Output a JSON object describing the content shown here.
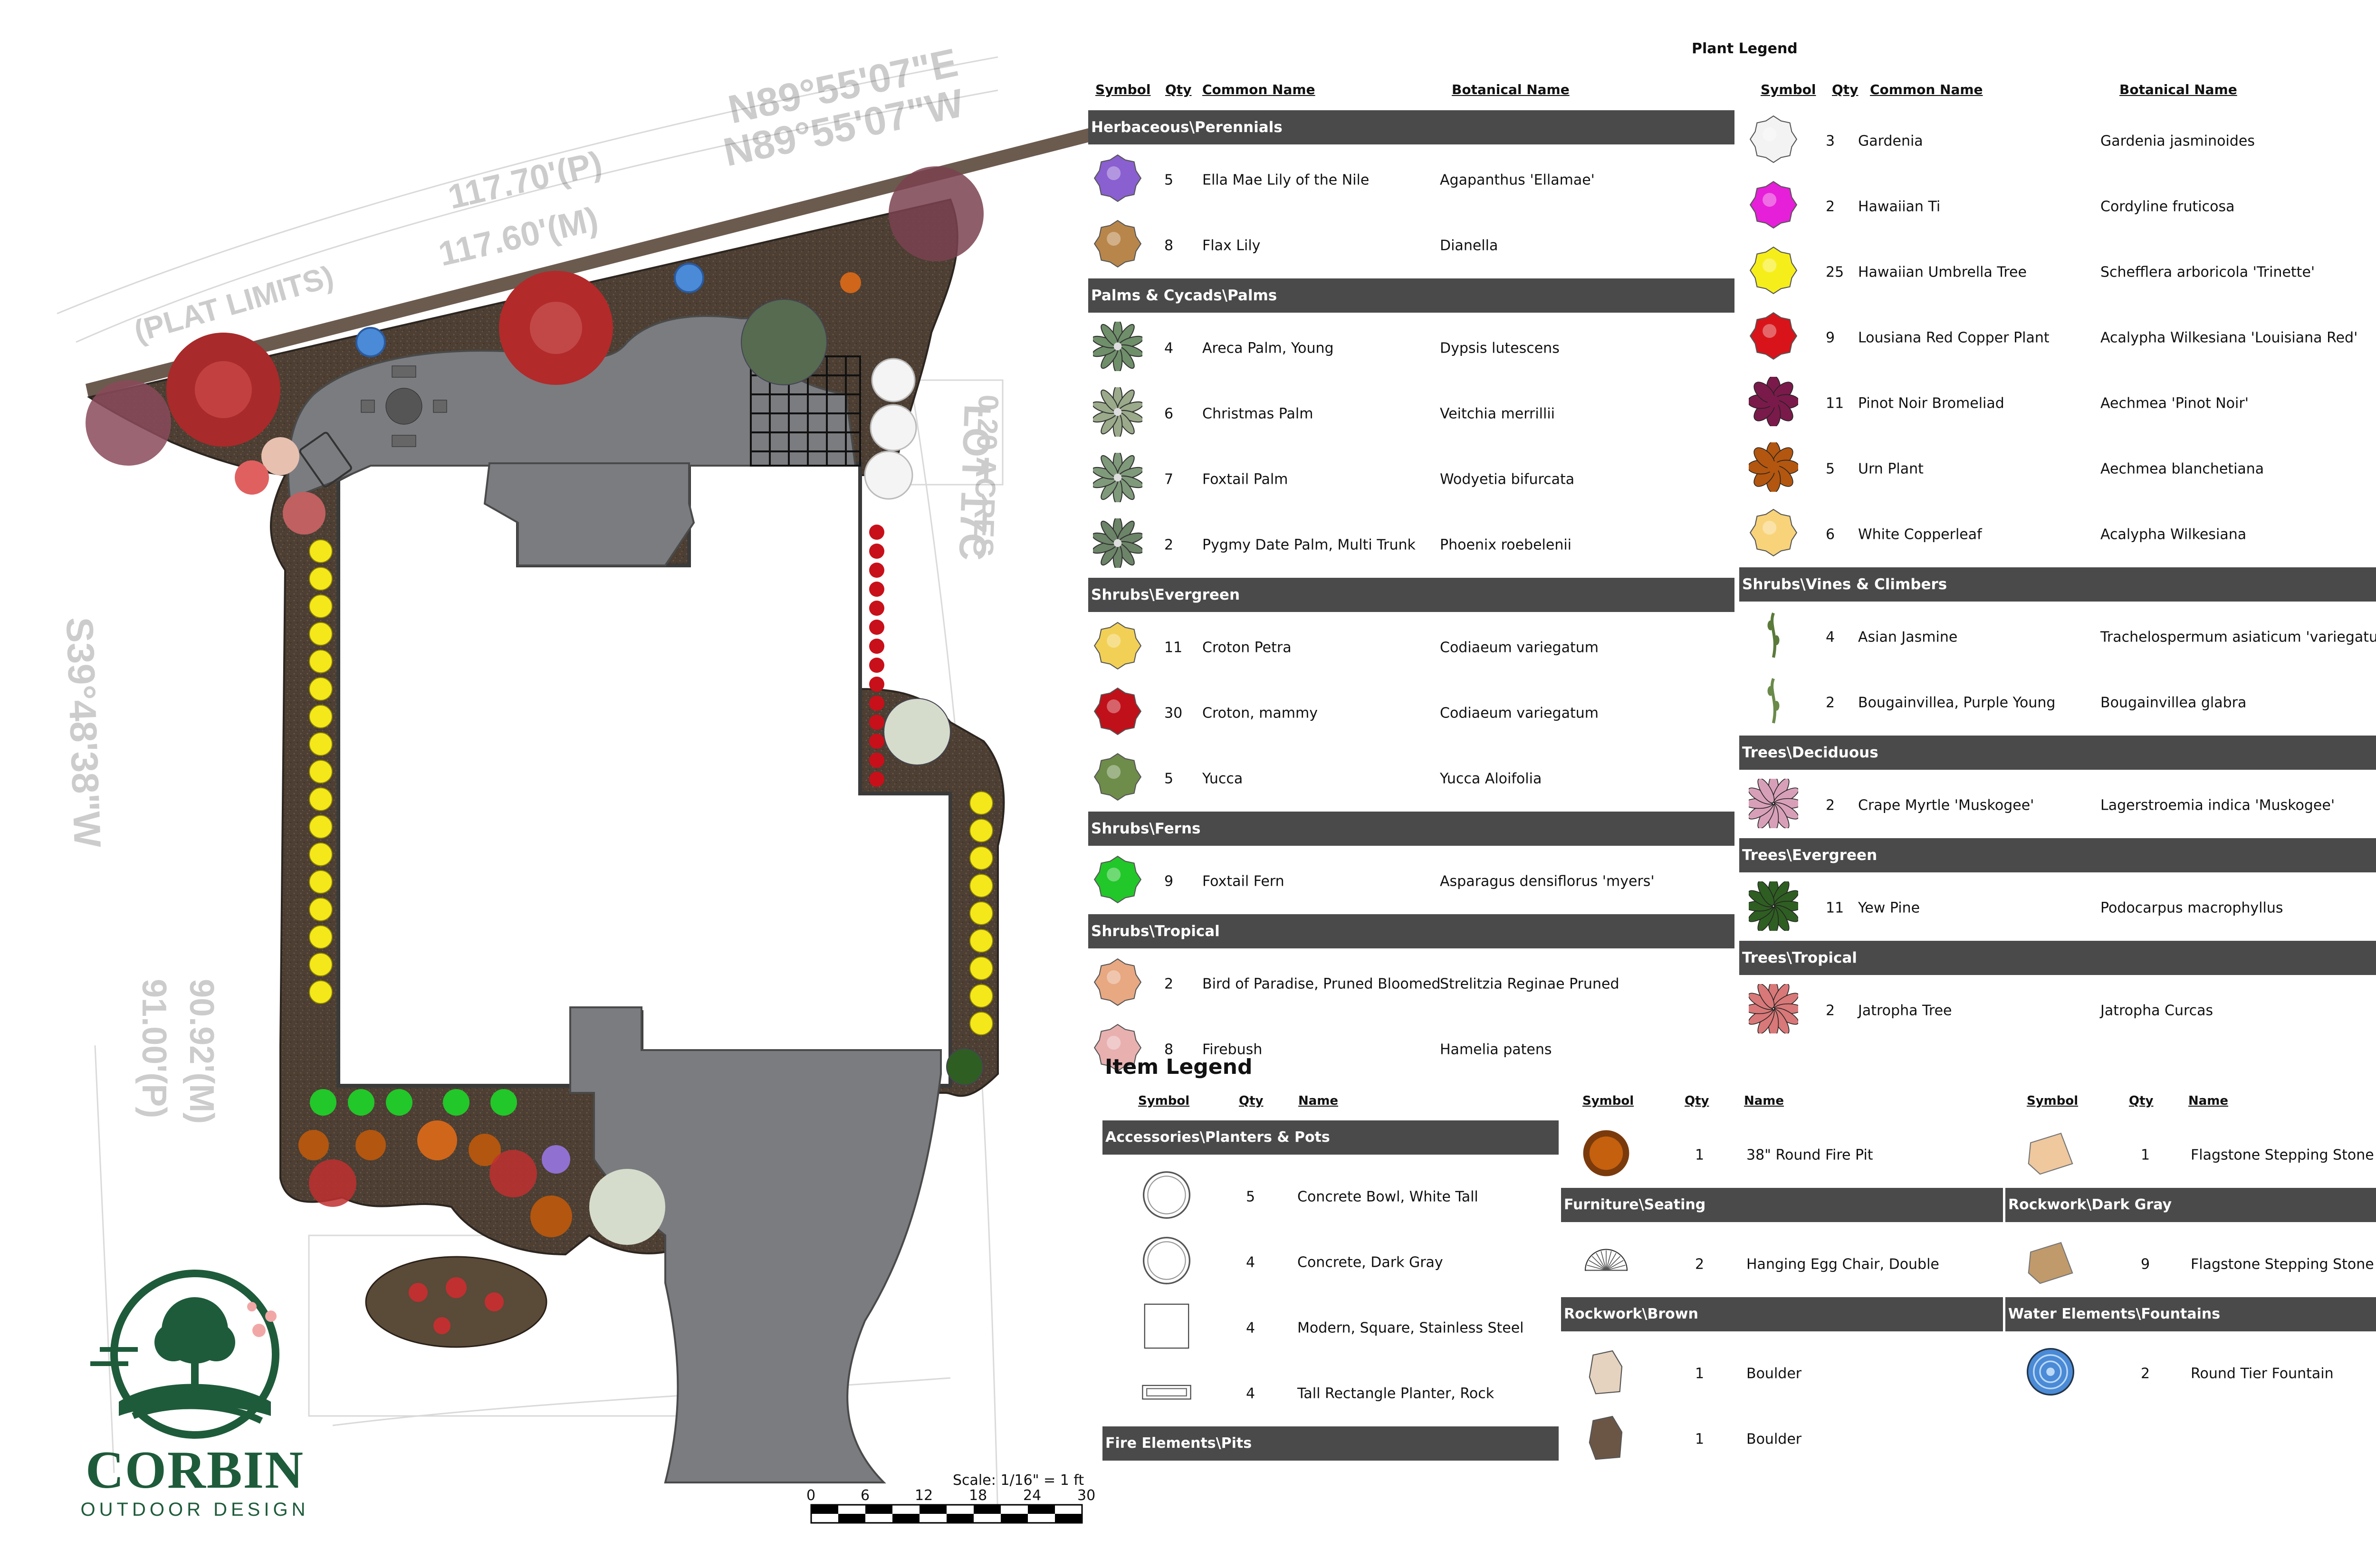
{
  "plant_legend": {
    "title": "Plant Legend",
    "headers": {
      "symbol": "Symbol",
      "qty": "Qty",
      "common": "Common Name",
      "botanical": "Botanical Name"
    },
    "left": [
      {
        "type": "band",
        "label": "Herbaceous\\Perennials"
      },
      {
        "qty": "5",
        "common": "Ella Mae Lily of the Nile",
        "botanical": "Agapanthus 'Ellamae'",
        "color": "#8a5fd0",
        "icon": "flower-icon"
      },
      {
        "qty": "8",
        "common": "Flax Lily",
        "botanical": "Dianella",
        "color": "#b8864a",
        "icon": "flower-icon"
      },
      {
        "type": "band",
        "label": "Palms & Cycads\\Palms"
      },
      {
        "qty": "4",
        "common": "Areca Palm, Young",
        "botanical": "Dypsis lutescens",
        "color": "#6f8f6a",
        "icon": "palm-icon"
      },
      {
        "qty": "6",
        "common": "Christmas Palm",
        "botanical": "Veitchia merrillii",
        "color": "#9aaa8a",
        "icon": "palm-icon"
      },
      {
        "qty": "7",
        "common": "Foxtail Palm",
        "botanical": "Wodyetia bifurcata",
        "color": "#7f9a7a",
        "icon": "palm-icon"
      },
      {
        "qty": "2",
        "common": "Pygmy Date Palm, Multi Trunk",
        "botanical": "Phoenix roebelenii",
        "color": "#6c8468",
        "icon": "palm-icon"
      },
      {
        "type": "band",
        "label": "Shrubs\\Evergreen"
      },
      {
        "qty": "11",
        "common": "Croton Petra",
        "botanical": "Codiaeum variegatum",
        "color": "#f2d055",
        "icon": "shrub-icon"
      },
      {
        "qty": "30",
        "common": "Croton, mammy",
        "botanical": "Codiaeum variegatum",
        "color": "#c0101a",
        "icon": "shrub-icon"
      },
      {
        "qty": "5",
        "common": "Yucca",
        "botanical": "Yucca Aloifolia",
        "color": "#6e8c4a",
        "icon": "shrub-icon"
      },
      {
        "type": "band",
        "label": "Shrubs\\Ferns"
      },
      {
        "qty": "9",
        "common": "Foxtail Fern",
        "botanical": "Asparagus densiflorus 'myers'",
        "color": "#22c72a",
        "icon": "fern-icon"
      },
      {
        "type": "band",
        "label": "Shrubs\\Tropical"
      },
      {
        "qty": "2",
        "common": "Bird of Paradise, Pruned Bloomed",
        "botanical": "Strelitzia Reginae Pruned",
        "color": "#e7a882",
        "icon": "flower-icon"
      },
      {
        "qty": "8",
        "common": "Firebush",
        "botanical": "Hamelia patens",
        "color": "#e9b0b0",
        "icon": "shrub-icon"
      }
    ],
    "right": [
      {
        "qty": "3",
        "common": "Gardenia",
        "botanical": "Gardenia jasminoides",
        "color": "#f3f3f3",
        "icon": "shrub-icon"
      },
      {
        "qty": "2",
        "common": "Hawaiian Ti",
        "botanical": "Cordyline fruticosa",
        "color": "#e61fd8",
        "icon": "shrub-icon"
      },
      {
        "qty": "25",
        "common": "Hawaiian Umbrella Tree",
        "botanical": "Schefflera arboricola 'Trinette'",
        "color": "#f6ee1a",
        "icon": "shrub-icon"
      },
      {
        "qty": "9",
        "common": "Lousiana Red Copper Plant",
        "botanical": "Acalypha Wilkesiana 'Louisiana Red'",
        "color": "#d8141a",
        "icon": "shrub-icon"
      },
      {
        "qty": "11",
        "common": "Pinot Noir Bromeliad",
        "botanical": "Aechmea 'Pinot Noir'",
        "color": "#7a1a4a",
        "icon": "bromeliad-icon"
      },
      {
        "qty": "5",
        "common": "Urn Plant",
        "botanical": "Aechmea blanchetiana",
        "color": "#b3560f",
        "icon": "bromeliad-icon"
      },
      {
        "qty": "6",
        "common": "White Copperleaf",
        "botanical": "Acalypha Wilkesiana",
        "color": "#f8d37a",
        "icon": "shrub-icon"
      },
      {
        "type": "band",
        "label": "Shrubs\\Vines & Climbers"
      },
      {
        "qty": "4",
        "common": "Asian Jasmine",
        "botanical": "Trachelospermum asiaticum 'variegatum'",
        "color": "#5a7a3a",
        "icon": "vine-icon"
      },
      {
        "qty": "2",
        "common": "Bougainvillea, Purple Young",
        "botanical": "Bougainvillea glabra",
        "color": "#6a8a4a",
        "icon": "vine-icon"
      },
      {
        "type": "band",
        "label": "Trees\\Deciduous"
      },
      {
        "qty": "2",
        "common": "Crape Myrtle 'Muskogee'",
        "botanical": "Lagerstroemia indica 'Muskogee'",
        "color": "#d8a0b8",
        "icon": "tree-icon"
      },
      {
        "type": "band",
        "label": "Trees\\Evergreen"
      },
      {
        "qty": "11",
        "common": "Yew Pine",
        "botanical": "Podocarpus macrophyllus",
        "color": "#2f5e22",
        "icon": "tree-icon"
      },
      {
        "type": "band",
        "label": "Trees\\Tropical"
      },
      {
        "qty": "2",
        "common": "Jatropha Tree",
        "botanical": "Jatropha Curcas",
        "color": "#d87878",
        "icon": "tree-icon"
      }
    ]
  },
  "item_legend": {
    "title": "Item Legend",
    "headers": {
      "symbol": "Symbol",
      "qty": "Qty",
      "name": "Name"
    },
    "col1": [
      {
        "type": "band",
        "label": "Accessories\\Planters & Pots"
      },
      {
        "qty": "5",
        "name": "Concrete Bowl, White Tall",
        "icon": "bowl-icon"
      },
      {
        "qty": "4",
        "name": "Concrete, Dark Gray",
        "icon": "bowl-icon"
      },
      {
        "qty": "4",
        "name": "Modern, Square, Stainless Steel",
        "icon": "square-planter-icon"
      },
      {
        "qty": "4",
        "name": "Tall Rectangle Planter, Rock",
        "icon": "rect-planter-icon"
      },
      {
        "type": "band",
        "label": "Fire Elements\\Pits"
      }
    ],
    "col2": [
      {
        "qty": "1",
        "name": "38\" Round Fire Pit",
        "icon": "fire-pit-icon",
        "color": "#c4600e"
      },
      {
        "type": "band",
        "label": "Furniture\\Seating"
      },
      {
        "qty": "2",
        "name": "Hanging Egg Chair, Double",
        "icon": "egg-chair-icon"
      },
      {
        "type": "band",
        "label": "Rockwork\\Brown"
      },
      {
        "qty": "1",
        "name": "Boulder",
        "icon": "boulder-icon",
        "color": "#e5d3c0"
      },
      {
        "qty": "1",
        "name": "Boulder",
        "icon": "boulder-icon",
        "color": "#6b5646"
      }
    ],
    "col3": [
      {
        "qty": "1",
        "name": "Flagstone Stepping Stone",
        "icon": "flagstone-icon",
        "color": "#f0c89e"
      },
      {
        "type": "band",
        "label": "Rockwork\\Dark Gray"
      },
      {
        "qty": "9",
        "name": "Flagstone Stepping Stone",
        "icon": "flagstone-icon",
        "color": "#c19a6b"
      },
      {
        "type": "band",
        "label": "Water Elements\\Fountains"
      },
      {
        "qty": "2",
        "name": "Round Tier Fountain",
        "icon": "fountain-icon",
        "color": "#4a8ad6"
      }
    ]
  },
  "scale": {
    "label": "Scale: 1/16\" = 1 ft",
    "ticks": [
      "0",
      "6",
      "12",
      "18",
      "24",
      "30"
    ]
  },
  "logo": {
    "name": "CORBIN",
    "tagline": "OUTDOOR DESIGN",
    "color": "#1e5b3a"
  },
  "survey_text": [
    "N89°55'07\"E",
    "117.70'(P)",
    "117.60'(M)",
    "(PLAT LIMITS)",
    "N89°55'07\"W",
    "S39°48'38\"W",
    "LOT 17C",
    "91.00'(P)",
    "90.92'(M)",
    "0.20 ACRES"
  ],
  "colors": {
    "band": "#4a4a4a",
    "mulch": "#4d3f33",
    "hardscape": "#7a7c80",
    "wall": "#6b5a4e"
  }
}
